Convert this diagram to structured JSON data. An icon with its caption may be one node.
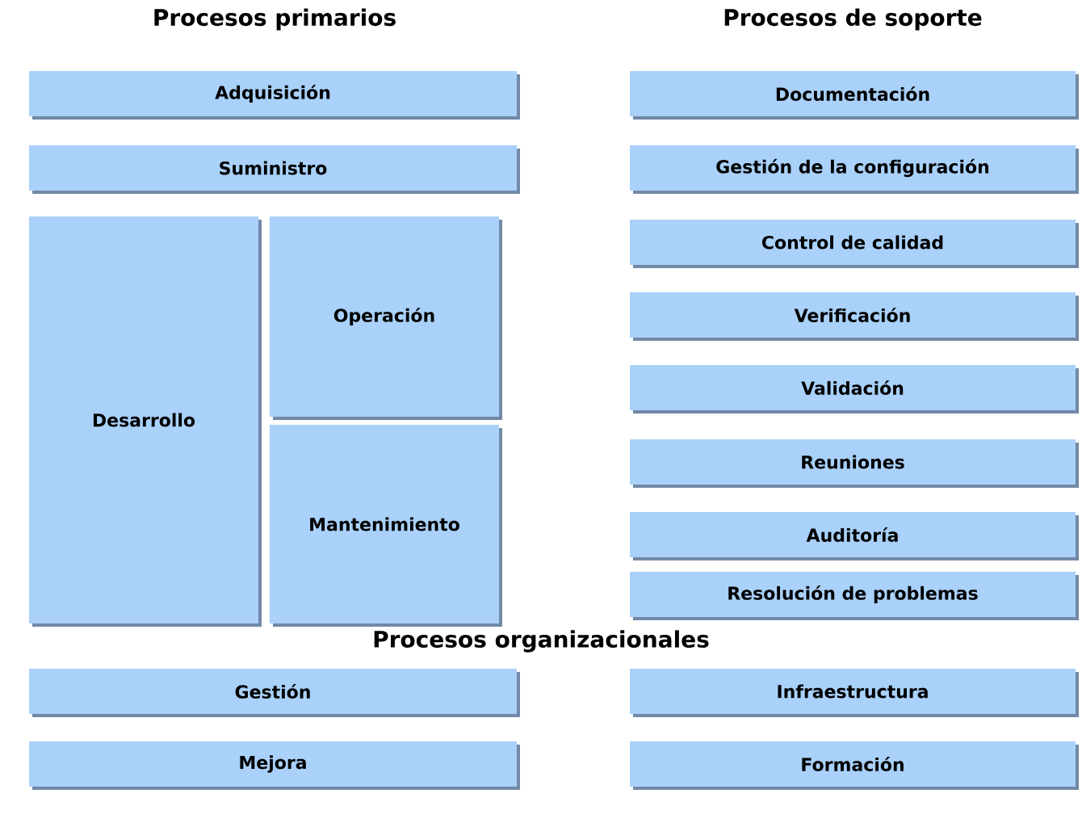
{
  "diagram": {
    "nodes": [
      {
        "text": [
          "Adquisición"
        ]
      },
      {
        "text": [
          "Suministro"
        ]
      },
      {
        "text": [
          "Desarrollo"
        ]
      },
      {
        "text": [
          "Operación"
        ]
      },
      {
        "text": [
          "Mantenimiento"
        ]
      },
      {
        "text": [
          "Documentación"
        ]
      },
      {
        "text": [
          "Gestión de la configuración"
        ]
      },
      {
        "text": [
          "Control de calidad"
        ]
      },
      {
        "text": [
          "Verificación"
        ]
      },
      {
        "text": [
          "Validación"
        ]
      },
      {
        "text": [
          "Reuniones"
        ]
      },
      {
        "text": [
          "Auditoría"
        ]
      },
      {
        "text": [
          "Resolución de problemas"
        ]
      },
      {
        "text": [
          "Gestión"
        ]
      },
      {
        "text": [
          "Infraestructura"
        ]
      },
      {
        "text": [
          "Mejora"
        ]
      },
      {
        "text": [
          "Formación"
        ]
      }
    ],
    "labels": [
      "Procesos primarios",
      "Procesos de soporte",
      "Procesos organizacionales"
    ]
  }
}
